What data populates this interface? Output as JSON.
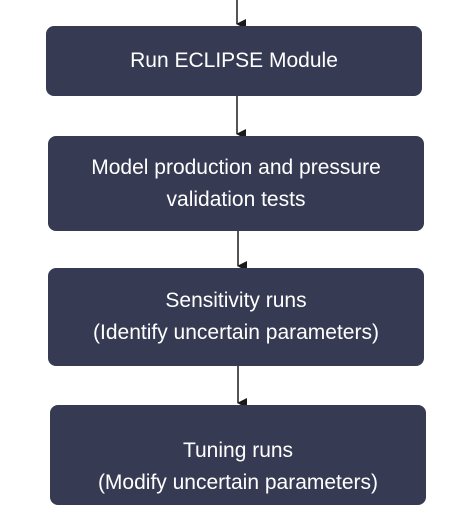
{
  "flowchart": {
    "steps": [
      {
        "lines": [
          "Run ECLIPSE Module"
        ]
      },
      {
        "lines": [
          "Model production and pressure",
          "validation tests"
        ]
      },
      {
        "lines": [
          "Sensitivity runs",
          "(Identify uncertain parameters)"
        ]
      },
      {
        "lines": [
          "Tuning runs",
          "(Modify uncertain parameters)"
        ]
      }
    ]
  },
  "colors": {
    "box_fill": "#363b53",
    "box_text": "#ffffff",
    "arrow": "#1a1a1a"
  }
}
